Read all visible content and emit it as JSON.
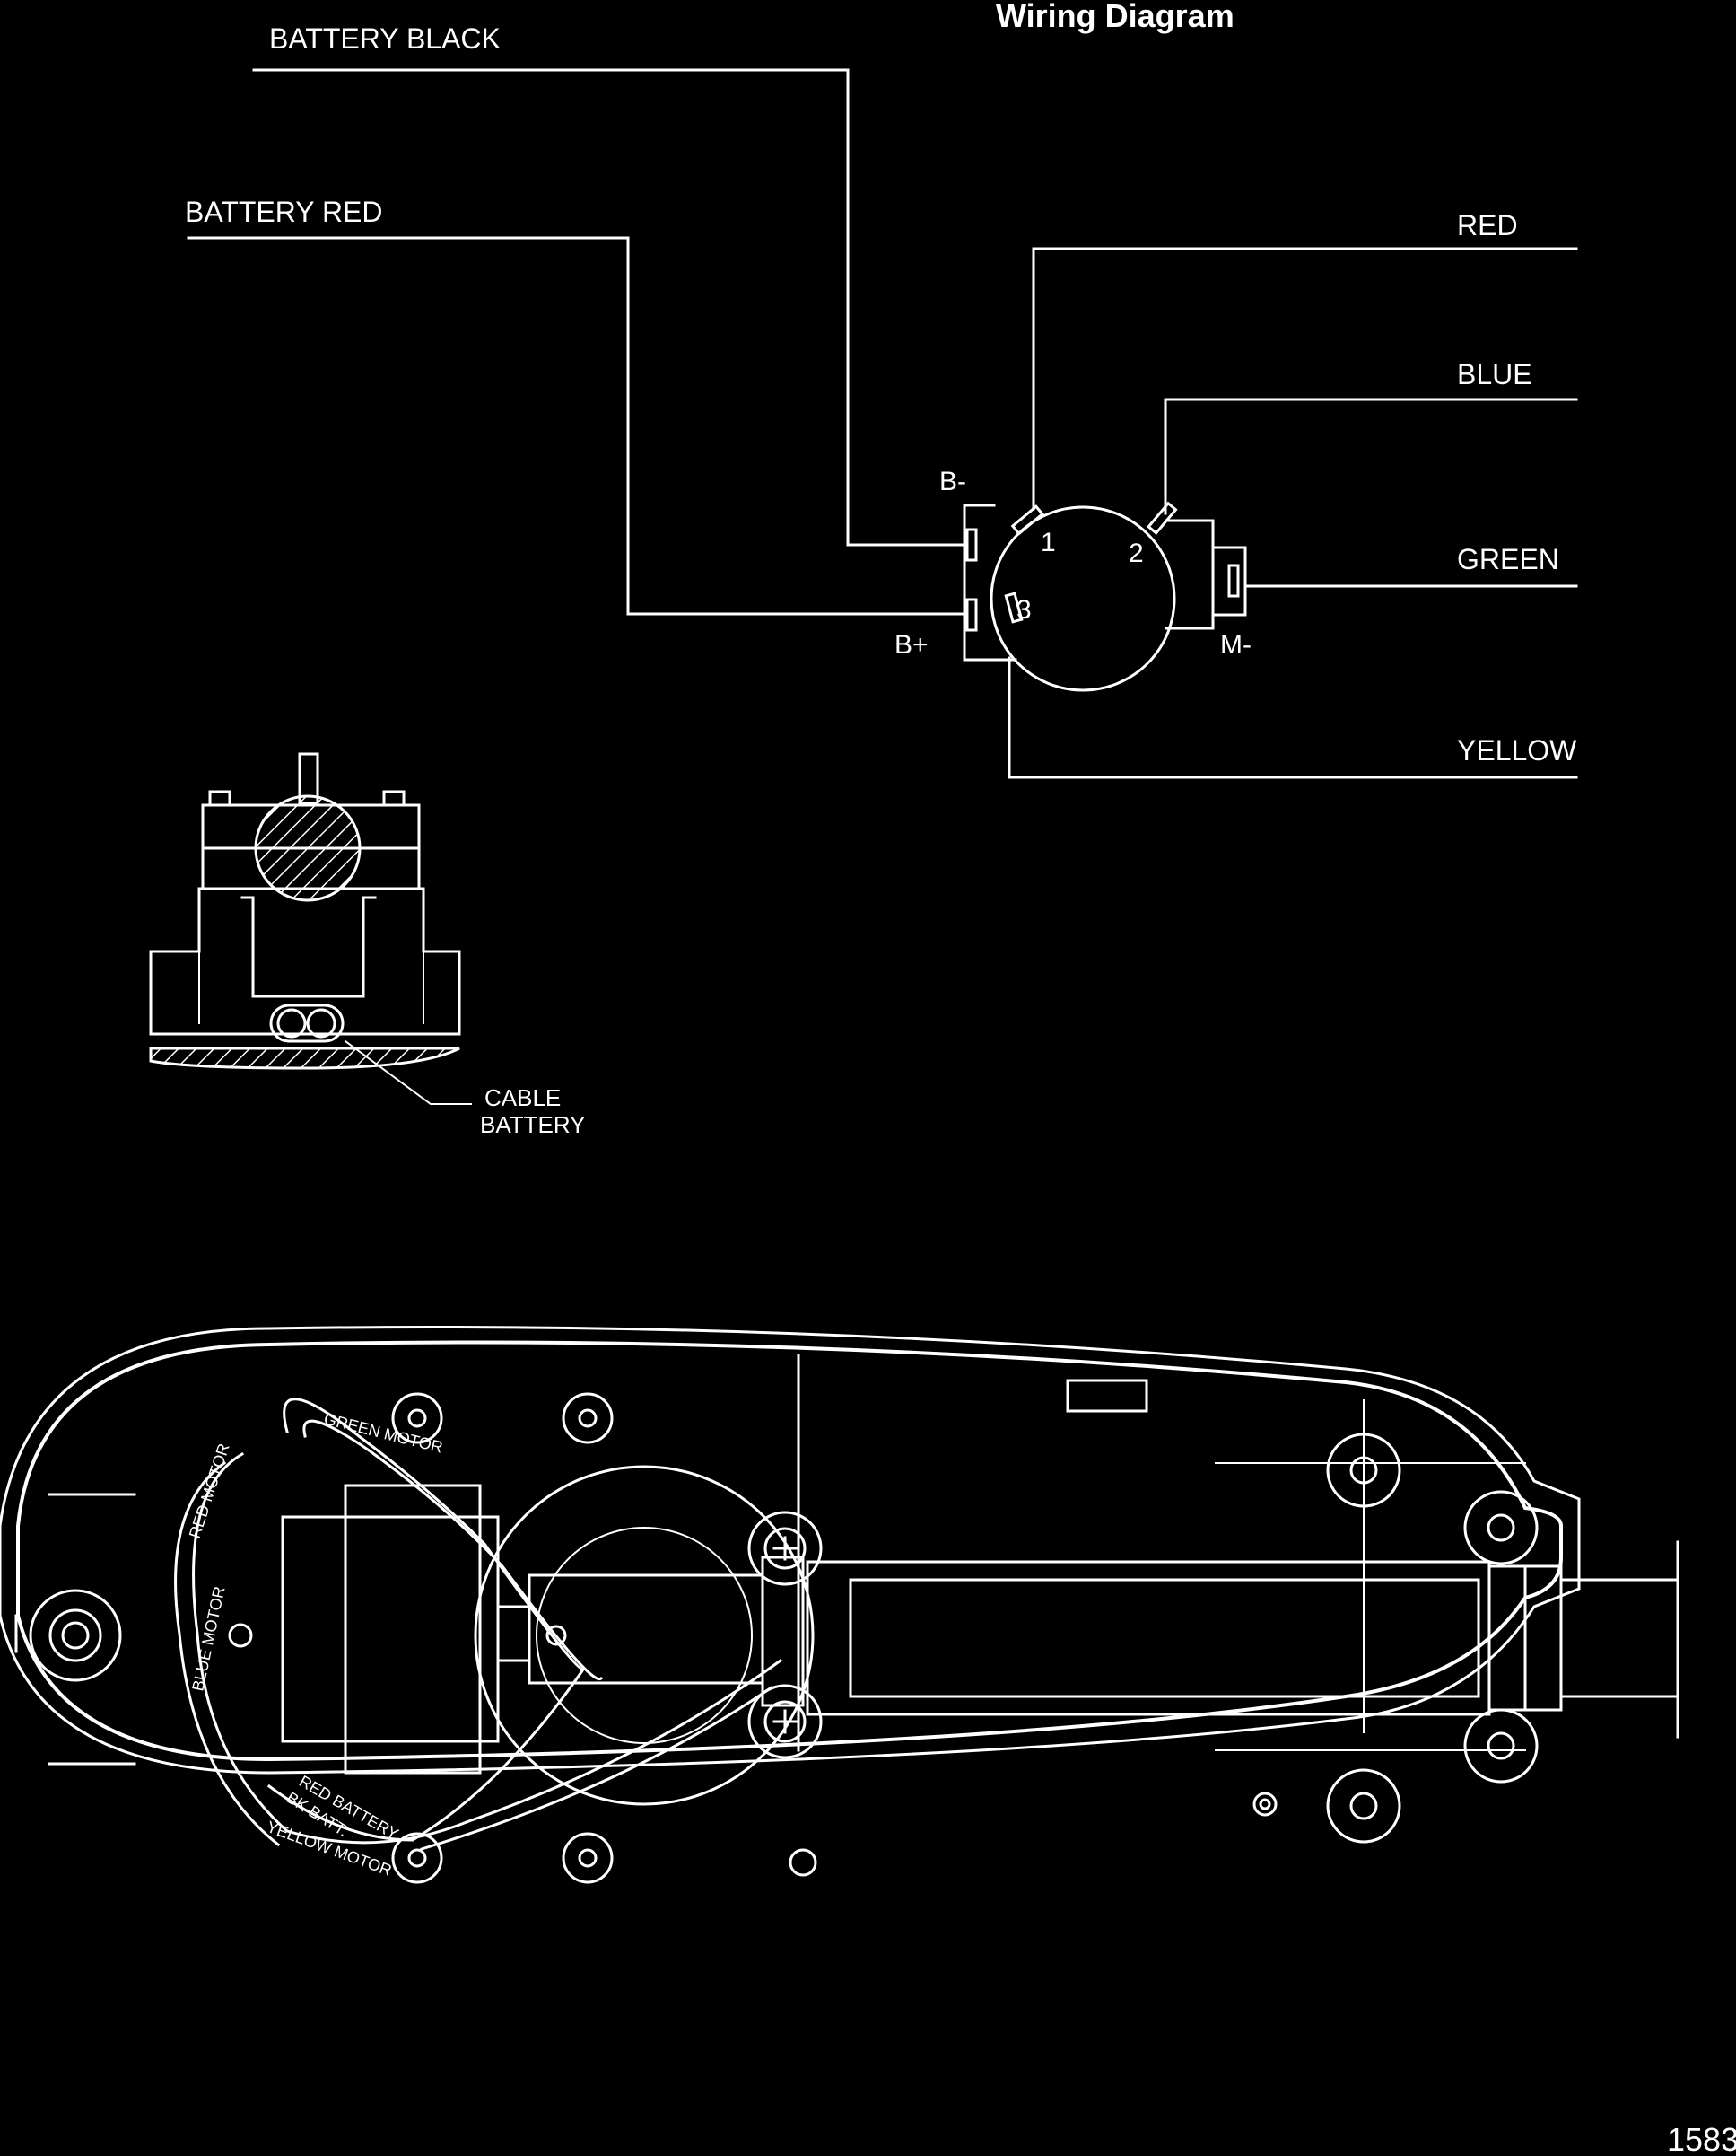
{
  "diagram": {
    "title": "Wiring Diagram",
    "figure_number": "1583",
    "wire_labels": {
      "battery_black": "BATTERY BLACK",
      "battery_red": "BATTERY RED",
      "red": "RED",
      "blue": "BLUE",
      "green": "GREEN",
      "yellow": "YELLOW"
    },
    "terminal_labels": {
      "b_minus": "B-",
      "b_plus": "B+",
      "m_minus": "M-",
      "t1": "1",
      "t2": "2",
      "t3": "3"
    },
    "cable_callout": {
      "line1": "CABLE",
      "line2": "BATTERY"
    },
    "housing_wire_labels": {
      "green_motor": "GREEN MOTOR",
      "red_motor": "RED MOTOR",
      "blue_motor": "BLUE MOTOR",
      "red_battery": "RED BATTERY",
      "bk_batt": "BK BATT.",
      "yellow_motor": "YELLOW MOTOR"
    },
    "colors": {
      "background": "#000000",
      "line": "#ffffff"
    }
  }
}
